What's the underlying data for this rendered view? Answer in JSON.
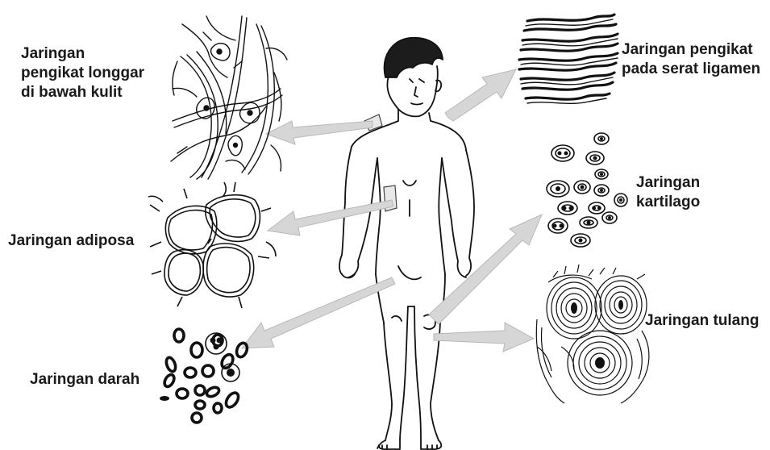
{
  "title": "",
  "labels": {
    "loose_connective": [
      "Jaringan",
      "pengikat longgar",
      "di bawah kulit"
    ],
    "ligament": [
      "Jaringan pengikat",
      "pada serat ligamen"
    ],
    "adipose": "Jaringan adiposa",
    "cartilage": [
      "Jaringan",
      "kartilago"
    ],
    "bone": "Jaringan tulang",
    "blood": "Jaringan darah"
  },
  "colors": {
    "ink": "#111111",
    "arrow": "#d6d6d6",
    "arrow_outline": "#b8b8b8",
    "background": "#ffffff"
  }
}
